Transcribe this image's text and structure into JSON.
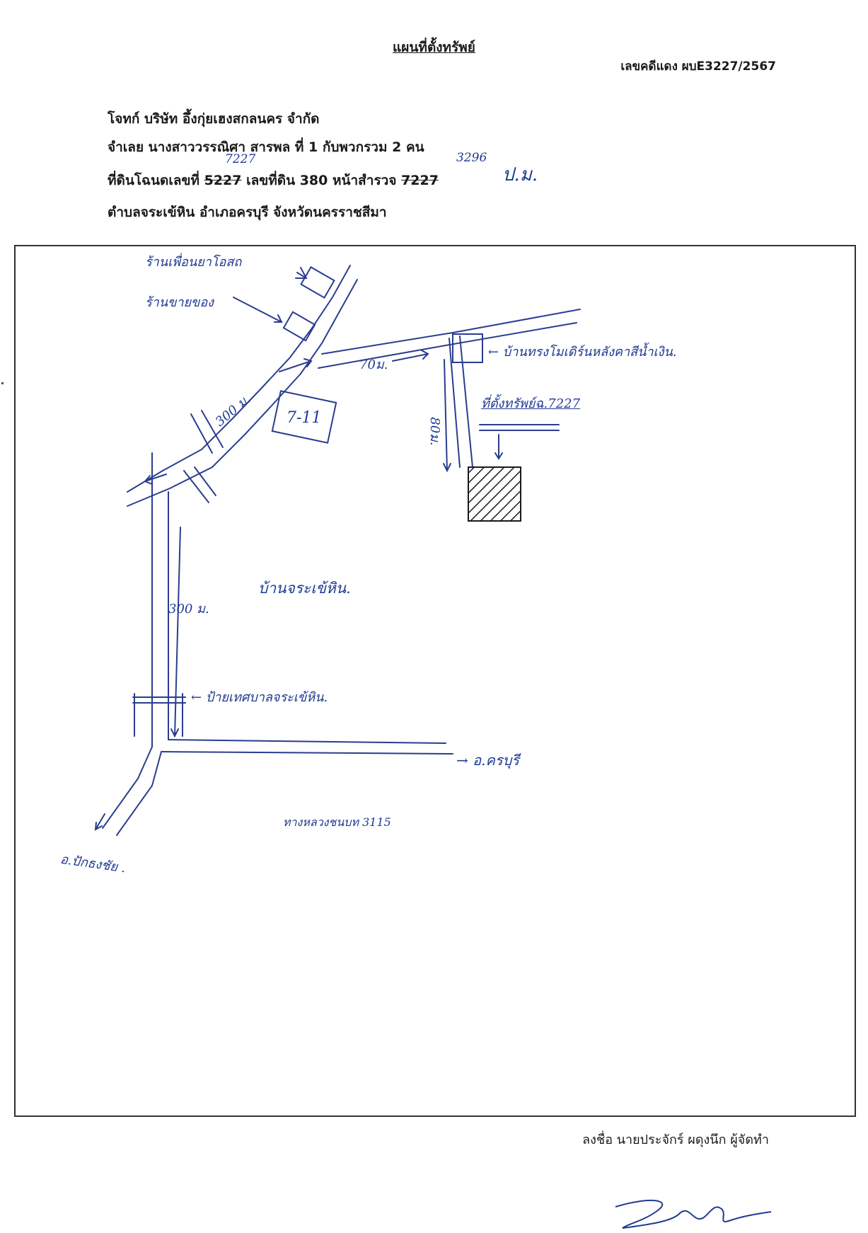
{
  "document": {
    "title": "แผนที่ตั้งทรัพย์",
    "case_number": "เลขคดีแดง ผบE3227/2567"
  },
  "header": {
    "plaintiff": "โจทก์ บริษัท อึ้งกุ่ยเฮงสกลนคร จำกัด",
    "defendant": "จำเลย นางสาววรรณิศา สารพล  ที่ 1 กับพวกรวม 2 คน",
    "deed_prefix": "ที่ดินโฉนดเลขที่",
    "deed_old_no": "5227",
    "land_no_label": "เลขที่ดิน 380  หน้าสำรวจ",
    "survey_old_no": "7227",
    "location": "ตำบลจระเข้หิน อำเภอครบุรี  จังหวัดนครราชสีมา"
  },
  "handwritten_corrections": {
    "deed_new_no": "7227",
    "survey_new_no": "3296",
    "initials": "ป.ม."
  },
  "map_labels": {
    "shop_1": "ร้านเพื่อนยาโอสถ",
    "shop_2": "ร้านขายของ",
    "house_desc": "← บ้านทรงโมเดิร์นหลังคาสีน้ำเงิน.",
    "dist_70": "70ม.",
    "dist_300_a": "300 ม.",
    "store": "7-11",
    "dist_80": "80ม.",
    "property_label": "ที่ตั้งทรัพย์ฉ.7227",
    "village": "บ้านจระเข้หิน.",
    "dist_300_b": "300 ม.",
    "sign": "← ป้ายเทศบาลจระเข้หิน.",
    "to_khonburi": "→  อ.ครบุรี",
    "highway": "ทางหลวงชนบท 3115",
    "to_pakthongchai": "อ.ปักธงชัย ."
  },
  "footer": {
    "signer": "ลงชื่อ นายประจักร์ ผดุงนึก ผู้จัดทำ"
  }
}
